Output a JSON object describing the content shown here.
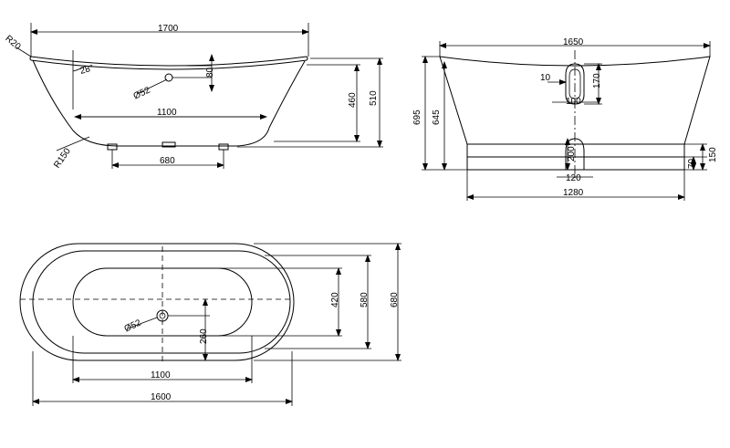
{
  "side_view": {
    "length_label": "1700",
    "rim_radius_label": "R20",
    "wall_angle_label": "28°",
    "drain_diameter_label": "Ø52",
    "drain_offset_label": "80",
    "inner_depth_label": "460",
    "total_height_label": "510",
    "bottom_length_label": "1100",
    "corner_radius_label": "R150",
    "feet_spacing_label": "680"
  },
  "end_view": {
    "width_label": "1650",
    "overflow_offset_label": "10",
    "overflow_height_label": "170",
    "overflow_width_label": "100",
    "overall_height_label": "695",
    "body_height_label": "645",
    "plinth_height_label": "70",
    "plinth_total_label": "150",
    "drain_slot_label": "200",
    "drain_slot_width_label": "120",
    "plinth_width_label": "1280"
  },
  "plan_view": {
    "drain_diameter_label": "Ø52",
    "drain_offset_label": "260",
    "inner_width_label": "420",
    "middle_width_label": "580",
    "outer_width_label": "680",
    "inner_length_label": "1100",
    "outer_length_label": "1600"
  }
}
